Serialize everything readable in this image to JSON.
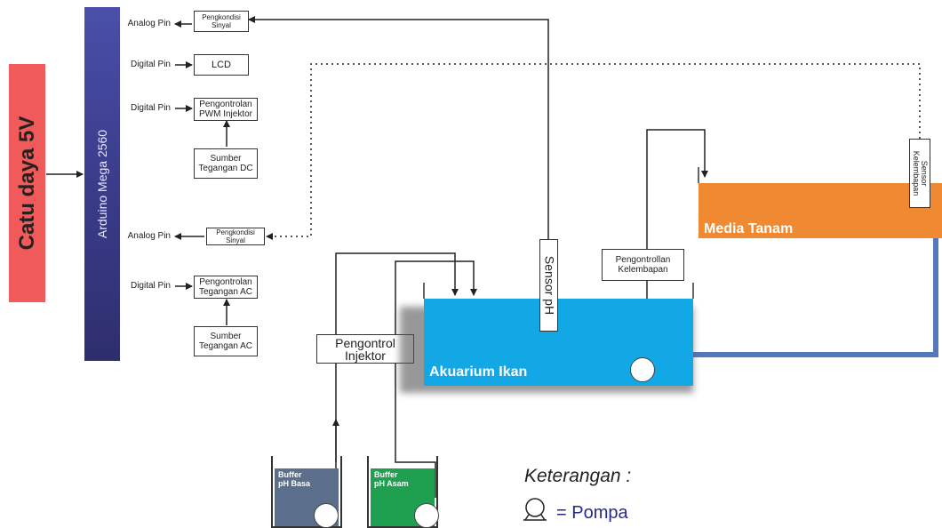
{
  "power": {
    "label": "Catu daya 5V"
  },
  "arduino": {
    "label": "Arduino Mega 2560"
  },
  "pins": {
    "p1": "Analog Pin",
    "p2": "Digital Pin",
    "p3": "Digital Pin",
    "p4": "Analog Pin",
    "p5": "Digital Pin"
  },
  "boxes": {
    "pengkondisi_1": "Pengkondisi\nSinyal",
    "lcd": "LCD",
    "pwm_injektor": "Pengontrolan\nPWM Injektor",
    "sumber_dc": "Sumber\nTegangan DC",
    "pengkondisi_2": "Pengkondisi\nSinyal",
    "tegangan_ac": "Pengontrolan\nTegangan AC",
    "sumber_ac": "Sumber\nTegangan AC",
    "pengontrol_injektor": "Pengontrol\nInjektor",
    "pengontrolan_kelembapan": "Pengontrollan\nKelembapan"
  },
  "sensors": {
    "ph": "Sensor pH",
    "kelembapan": "Sensor\nKelembapan"
  },
  "tanks": {
    "aquarium": "Akuarium Ikan",
    "media": "Media Tanam",
    "buffer_basa": "Buffer\npH Basa",
    "buffer_asam": "Buffer\npH Asam"
  },
  "legend": {
    "title": "Keterangan :",
    "pump": "= Pompa"
  },
  "colors": {
    "power": "#f05a5a",
    "arduino": "#3d3f90",
    "aquarium": "#12a8e6",
    "media": "#f08a32",
    "buffer_basa": "#5b6f8c",
    "buffer_asam": "#1ea050",
    "pipe": "#5577bb"
  }
}
